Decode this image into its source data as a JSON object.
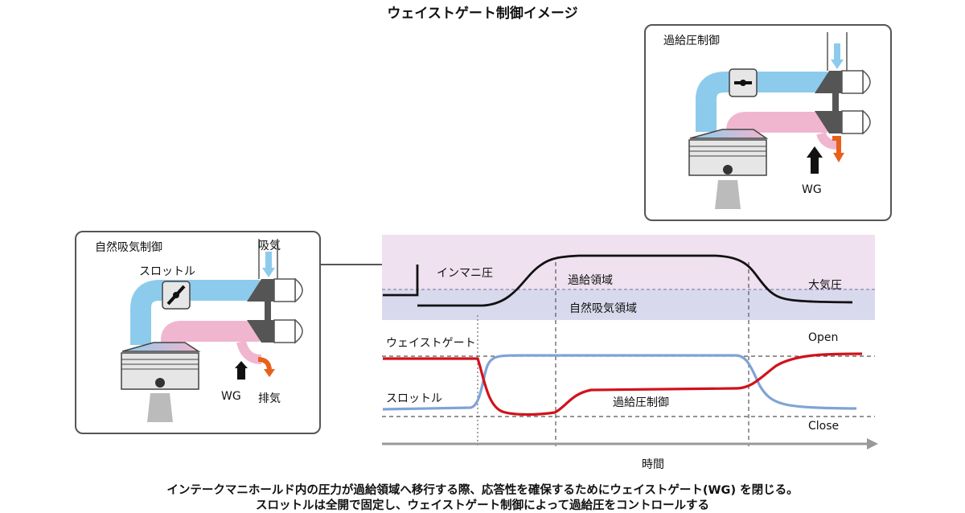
{
  "title": "ウェイストゲート制御イメージ",
  "caption": {
    "line1": "インテークマニホールド内の圧力が過給領域へ移行する際、応答性を確保するためにウェイストゲート(WG) を閉じる。",
    "line2": "スロットルは全開で固定し、ウェイストゲート制御によって過給圧をコントロールする"
  },
  "na_panel": {
    "title": "自然吸気制御",
    "intake_label": "吸気",
    "throttle_label": "スロットル",
    "wg_label": "WG",
    "exhaust_label": "排気"
  },
  "boost_panel": {
    "title": "過給圧制御",
    "wg_label": "WG"
  },
  "graph": {
    "manifold_pressure_label": "インマニ圧",
    "boost_region_label": "過給領域",
    "atmospheric_label": "大気圧",
    "na_region_label": "自然吸気領域",
    "wastegate_label": "ウェイストゲート",
    "open_label": "Open",
    "throttle_label": "スロットル",
    "boost_control_label": "過給圧制御",
    "close_label": "Close",
    "time_label": "時間"
  },
  "colors": {
    "intake_blue": "#8dcbed",
    "exhaust_pink": "#f0b6cf",
    "wastegate_red": "#d0121b",
    "throttle_blue": "#7fa3d6",
    "exhaust_arrow": "#e8611a",
    "boost_band": "#efe1ef",
    "na_band": "#d9d9ee"
  }
}
